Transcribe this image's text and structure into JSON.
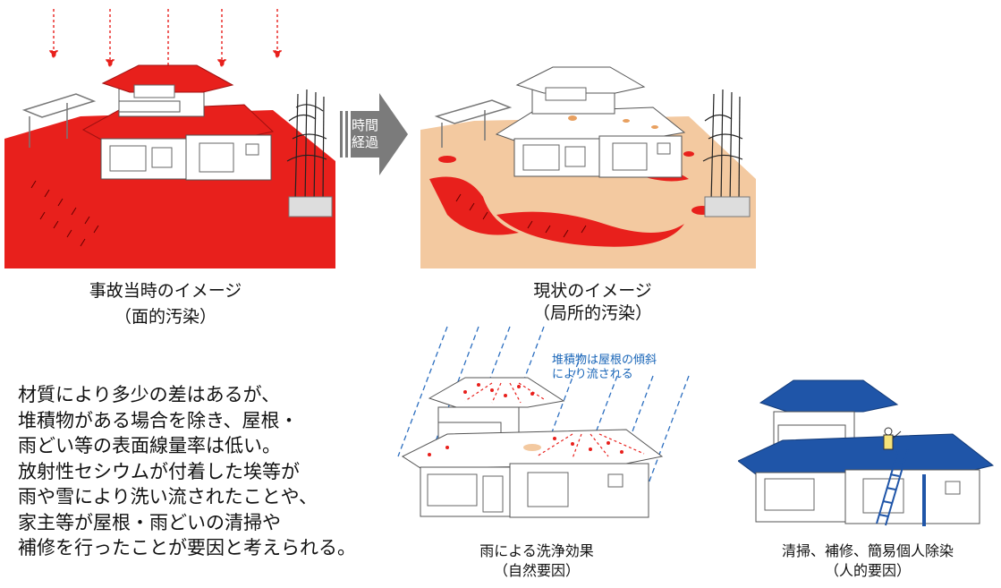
{
  "panels": {
    "accident": {
      "caption_line1": "事故当時のイメージ",
      "caption_line2": "（面的汚染）"
    },
    "current": {
      "caption_line1": "現状のイメージ",
      "caption_line2": "（局所的汚染）"
    },
    "rain": {
      "caption_line1": "雨による洗浄効果",
      "caption_line2": "（自然要因）",
      "note_line1": "堆積物は屋根の傾斜",
      "note_line2": "により流される"
    },
    "human": {
      "caption_line1": "清掃、補修、簡易個人除染",
      "caption_line2": "（人的要因）"
    }
  },
  "arrow": {
    "line1": "時間",
    "line2": "経過"
  },
  "explanation": [
    "材質により多少の差はあるが、",
    "堆積物がある場合を除き、屋根・",
    "雨どい等の表面線量率は低い。",
    "放射性セシウムが付着した埃等が",
    "雨や雪により洗い流されたことや、",
    "家主等が屋根・雨どいの清掃や",
    "補修を行ったことが要因と考えられる。"
  ],
  "colors": {
    "contamination": "#e8201c",
    "ground_current": "#f3c9a0",
    "roof_cleaned": "#1f55a8",
    "rain_lines": "#2d6fc0",
    "arrow": "#7b7b7b"
  }
}
